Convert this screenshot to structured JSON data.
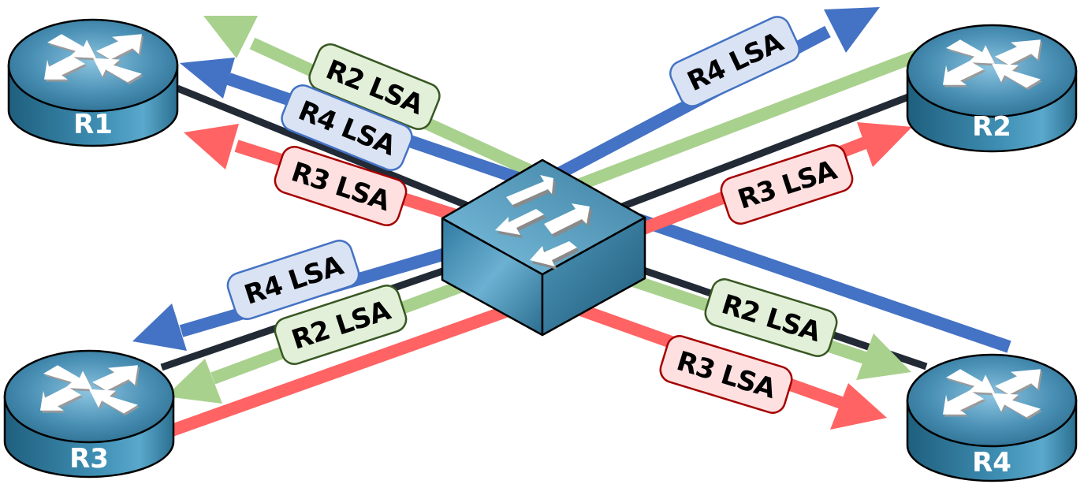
{
  "title": "OSPF LSA flooding through a switch",
  "colors": {
    "blue": "#4472c4",
    "green": "#a9d18e",
    "red": "#ff6363",
    "link": "#222a35",
    "blue_label_fill": "#dae3f3",
    "green_label_fill": "#e2f0d9",
    "red_label_fill": "#ffe0e0",
    "blue_label_border": "#4472c4",
    "green_label_border": "#385723",
    "red_label_border": "#a50000"
  },
  "devices": {
    "routers": [
      {
        "id": "R1",
        "label": "R1"
      },
      {
        "id": "R2",
        "label": "R2"
      },
      {
        "id": "R3",
        "label": "R3"
      },
      {
        "id": "R4",
        "label": "R4"
      }
    ],
    "switch": {
      "id": "SW1",
      "label": ""
    }
  },
  "flows": [
    {
      "label": "R2 LSA",
      "color": "green",
      "from": "R2",
      "to": "R1"
    },
    {
      "label": "R4 LSA",
      "color": "blue",
      "from": "R4",
      "to": "R1"
    },
    {
      "label": "R3 LSA",
      "color": "red",
      "from": "R3",
      "to": "R1"
    },
    {
      "label": "R4 LSA",
      "color": "blue",
      "from": "R4",
      "to": "R2"
    },
    {
      "label": "R3 LSA",
      "color": "red",
      "from": "R3",
      "to": "R2"
    },
    {
      "label": "R4 LSA",
      "color": "blue",
      "from": "R4",
      "to": "R3"
    },
    {
      "label": "R2 LSA",
      "color": "green",
      "from": "R2",
      "to": "R3"
    },
    {
      "label": "R2 LSA",
      "color": "green",
      "from": "R2",
      "to": "R4"
    },
    {
      "label": "R3 LSA",
      "color": "red",
      "from": "R3",
      "to": "R4"
    }
  ]
}
